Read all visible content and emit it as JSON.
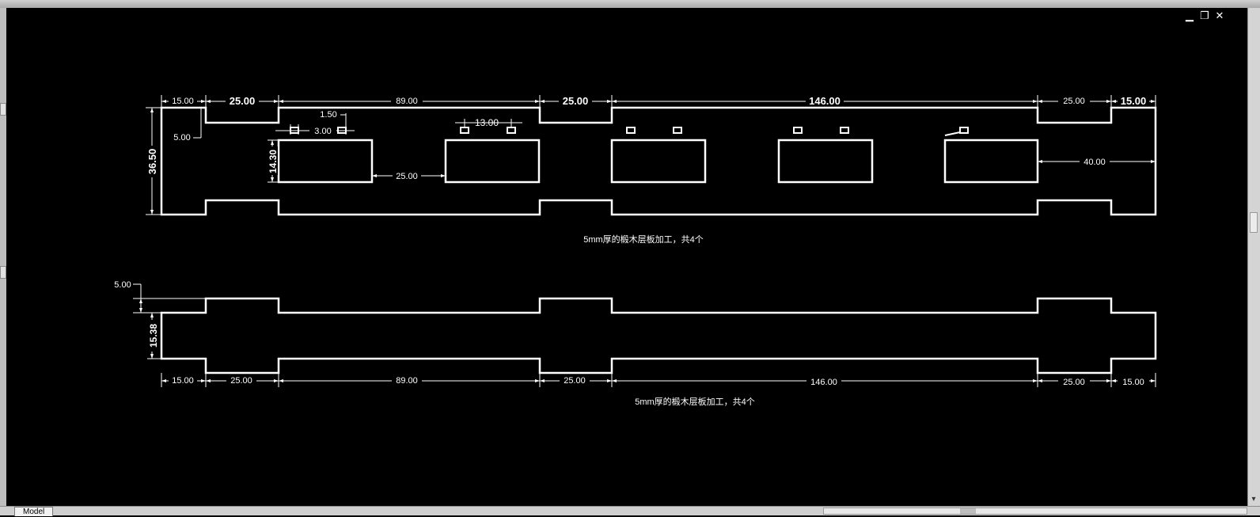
{
  "window": {
    "controls": [
      {
        "name": "minimize-icon",
        "glyph": "▁"
      },
      {
        "name": "restore-icon",
        "glyph": "❐"
      },
      {
        "name": "close-icon",
        "glyph": "✕"
      }
    ]
  },
  "tabs": {
    "model": "Model"
  },
  "drawing1": {
    "dims": {
      "d15a": "15.00",
      "d25a": "25.00",
      "d89": "89.00",
      "d25b": "25.00",
      "d146": "146.00",
      "d25c": "25.00",
      "d15b": "15.00",
      "d150": "1.50",
      "d300": "3.00",
      "d1300": "13.00",
      "d500": "5.00",
      "d3650": "36.50",
      "d1430": "14.30",
      "d2500": "25.00",
      "d4000": "40.00"
    },
    "caption": "5mm厚的椴木层板加工，共4个"
  },
  "drawing2": {
    "dims": {
      "d500": "5.00",
      "d1538": "15.38",
      "d15a": "15.00",
      "d25a": "25.00",
      "d89": "89.00",
      "d25b": "25.00",
      "d146": "146.00",
      "d25c": "25.00",
      "d15b": "15.00"
    },
    "caption": "5mm厚的椴木层板加工，共4个"
  }
}
